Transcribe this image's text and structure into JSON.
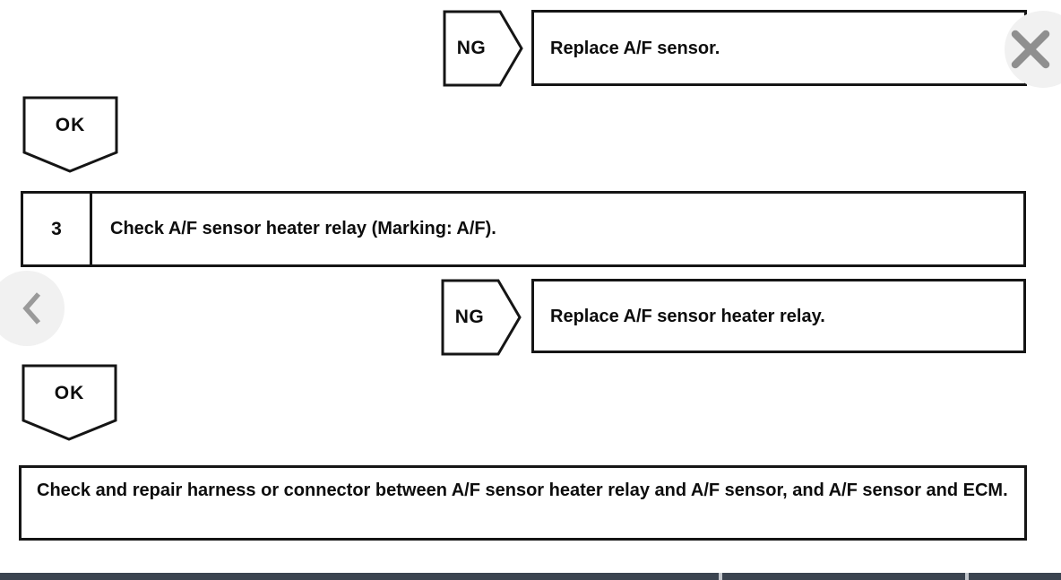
{
  "flowchart": {
    "step": {
      "number": "3",
      "title": "Check A/F sensor heater relay (Marking: A/F)."
    },
    "branches": [
      {
        "condition": "NG",
        "action": "Replace A/F sensor."
      },
      {
        "condition": "NG",
        "action": "Replace A/F sensor heater relay."
      }
    ],
    "ok_labels": [
      "OK",
      "OK"
    ],
    "final_action": "Check and repair harness or connector between A/F sensor heater relay and A/F sensor, and A/F sensor and ECM."
  },
  "viewer": {
    "icons": {
      "close": "close-x-icon",
      "back": "chevron-left-icon"
    }
  },
  "colors": {
    "line": "#151515",
    "text": "#0d0d0d",
    "icon_gray": "#8f8f8f",
    "icon_circle_bg": "#f1f1f1",
    "bottom_bar": "#3b4450",
    "bottom_bar_gap": "#c2c6cc"
  }
}
